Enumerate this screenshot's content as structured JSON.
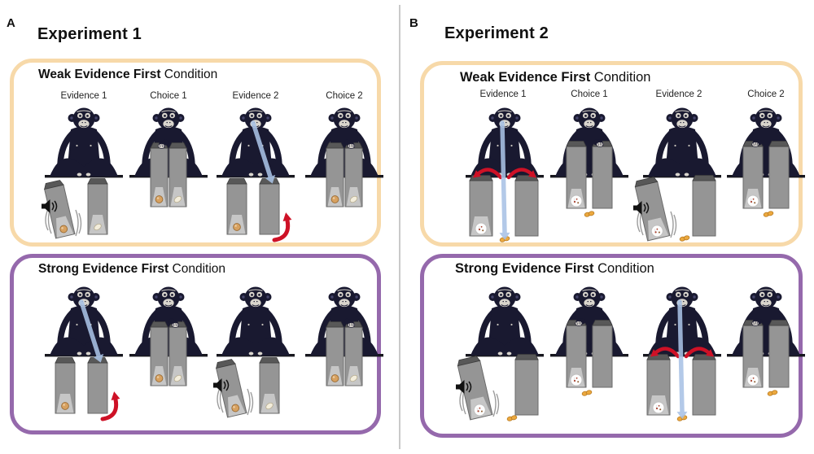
{
  "figure": {
    "panels": [
      {
        "label": "A",
        "title": "Experiment 1",
        "conditions": [
          {
            "title_bold": "Weak Evidence First",
            "title_rest": " Condition",
            "border_color": "#F7D9A9",
            "column_labels": [
              "Evidence 1",
              "Choice 1",
              "Evidence 2",
              "Choice 2"
            ],
            "scenes": [
              {
                "kind": "evidence",
                "speaker": true,
                "tilt_left": true,
                "left_item": "peanut",
                "right_item": "shell"
              },
              {
                "kind": "choice",
                "left_item": "peanut",
                "right_item": "shell",
                "hand": "left"
              },
              {
                "kind": "evidence",
                "gaze": "right-box",
                "left_item": "peanut",
                "red_arrow": "under-right"
              },
              {
                "kind": "choice",
                "left_item": "peanut",
                "right_item": "shell",
                "hand": "right"
              }
            ]
          },
          {
            "title_bold": "Strong Evidence First",
            "title_rest": " Condition",
            "border_color": "#9569AC",
            "column_labels": [],
            "scenes": [
              {
                "kind": "evidence",
                "gaze": "right-box",
                "left_item": "peanut",
                "red_arrow": "under-right"
              },
              {
                "kind": "choice",
                "left_item": "peanut",
                "right_item": "shell",
                "hand": "right"
              },
              {
                "kind": "evidence",
                "speaker": true,
                "tilt_left": true,
                "left_item": "peanut",
                "right_item": "shell"
              },
              {
                "kind": "choice",
                "left_item": "peanut",
                "right_item": "shell",
                "hand": "right"
              }
            ]
          }
        ]
      },
      {
        "label": "B",
        "title": "Experiment 2",
        "conditions": [
          {
            "title_bold": "Weak Evidence First",
            "title_rest": " Condition",
            "border_color": "#F7D9A9",
            "column_labels": [
              "Evidence 1",
              "Choice 1",
              "Evidence 2",
              "Choice 2"
            ],
            "scenes": [
              {
                "kind": "evidence",
                "gaze": "ground",
                "red_arrow": "over-both",
                "left_item": "wrap",
                "ground_peanut": [
                  55,
                  172
                ]
              },
              {
                "kind": "choice",
                "left_item": "wrap",
                "hand": "right",
                "ground_peanut": [
                  55,
                  141
                ]
              },
              {
                "kind": "evidence",
                "speaker": true,
                "tilt_left": true,
                "left_item": "wrap",
                "ground_peanut": [
                  58,
                  171
                ]
              },
              {
                "kind": "choice",
                "left_item": "wrap",
                "hand": "left",
                "ground_peanut": [
                  58,
                  141
                ]
              }
            ]
          },
          {
            "title_bold": "Strong Evidence First",
            "title_rest": " Condition",
            "border_color": "#9569AC",
            "column_labels": [],
            "scenes": [
              {
                "kind": "evidence",
                "speaker": true,
                "tilt_left": true,
                "left_item": "wrap",
                "ground_peanut": [
                  64,
                  172
                ]
              },
              {
                "kind": "choice",
                "left_item": "wrap",
                "hand": "left",
                "ground_peanut": [
                  52,
                  141
                ]
              },
              {
                "kind": "evidence",
                "gaze": "ground",
                "red_arrow": "over-both",
                "left_item": "wrap",
                "ground_peanut": [
                  55,
                  172
                ]
              },
              {
                "kind": "choice",
                "left_item": "wrap",
                "hand": "left",
                "ground_peanut": [
                  63,
                  141
                ]
              }
            ]
          }
        ]
      }
    ],
    "colors": {
      "background": "#FFFFFF",
      "weak_condition_border": "#F7D9A9",
      "strong_condition_border": "#9569AC",
      "chimp": "#191930",
      "chimp_face": "#D9D5CD",
      "gaze_arrow": "#A9C2E5",
      "action_arrow": "#CE1126",
      "box_gray": "#959595",
      "box_top": "#585858",
      "peanut": "#ECA93F",
      "divider": "#C9C9C9"
    },
    "icons": {
      "speaker-icon": "black loudspeaker with sound waves (rattling noise)",
      "gaze-arrow": "light-blue beam arrow from chimp eyes to target",
      "flip-arrow": "red curved arrow showing box being turned over",
      "lift-arrows": "pair of red curved arrows showing both boxes lifted",
      "shake-lines": "gray motion arcs around a shaken box",
      "ground-peanut": "peanut lying on the ground",
      "peanut-item": "peanut visible inside box",
      "peanut-shell-item": "empty peanut shell visible inside box",
      "wrapped-food-item": "white crumpled wrapper with peanut bits inside box"
    }
  }
}
